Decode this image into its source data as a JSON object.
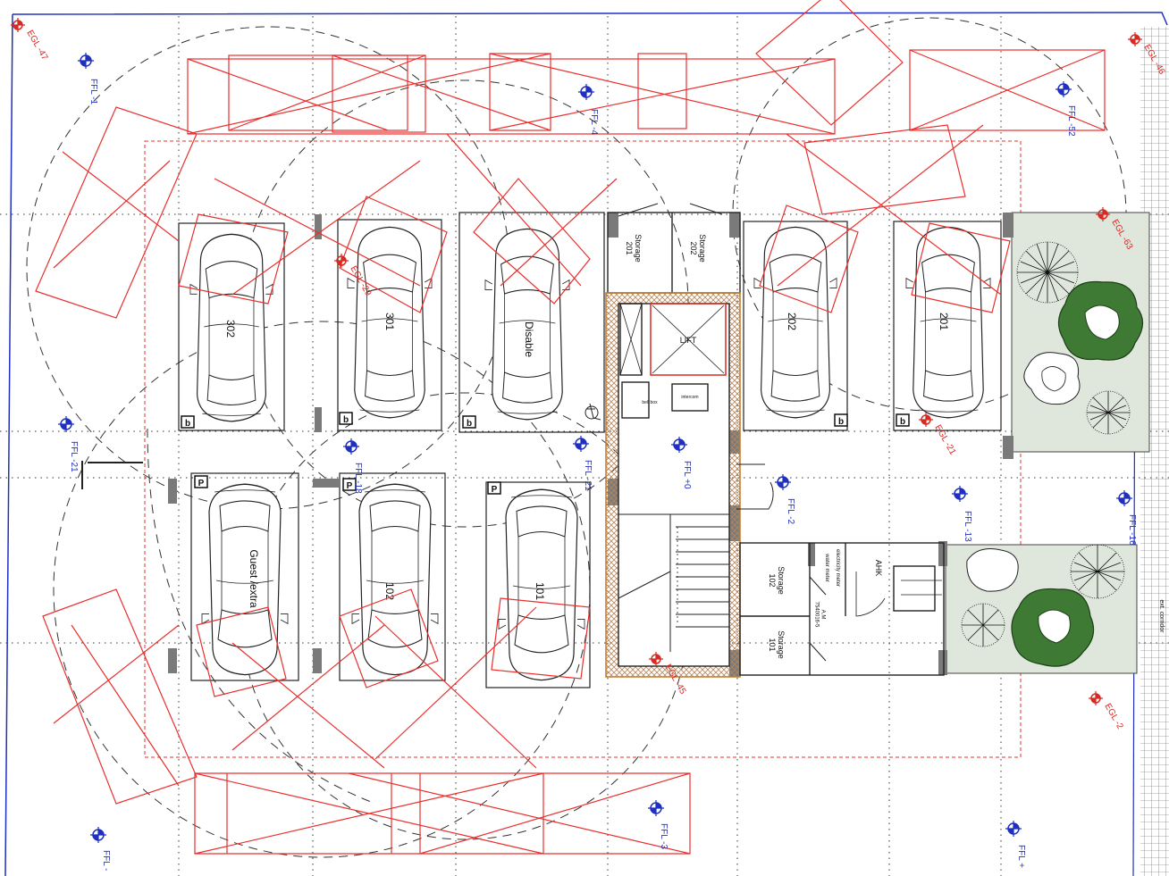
{
  "colors": {
    "wall": "#222222",
    "swept_path": "#e8302e",
    "level_marker": "#1f2fbf",
    "level_red": "#d82a22",
    "landscape": "#dfe6dc",
    "shrub": "#3f7a35",
    "pillar": "#7a7a7a",
    "hatch": "#b8865a"
  },
  "bay_labels": {
    "b302": "302",
    "b301": "301",
    "disable": "Disable",
    "b202": "202",
    "b201": "201",
    "guest": "Guest /extra",
    "b102": "102",
    "b101": "101"
  },
  "bay_tags": {
    "b": "b",
    "p": "P"
  },
  "rooms": {
    "storage201": "Storage\n201",
    "storage202": "Storage\n202",
    "lift": "LIFT",
    "storage102": "Storage\n102",
    "storage101": "Storage\n101",
    "ahk": "AHK",
    "meter_a": "water meter",
    "meter_b": "electricity meter",
    "meter_c": "A.M\n7540016-5",
    "lift_note_a": "bell box",
    "lift_note_b": "intercom"
  },
  "levels": {
    "egl_47": "EGL -47",
    "egl_46": "EGL -46",
    "egl_63": "EGL -63",
    "egl_21": "EGL -21",
    "egl_45": "EGL -45",
    "egl_2": "EGL -2",
    "egl_29": "EGL -29",
    "ffl_1": "FFL -1",
    "ffl_4": "FFL -4",
    "ffl_52": "FFL -52",
    "ffl_21": "FFL -21",
    "ffl_18": "FFL -18",
    "ffl_21b": "FFL -21",
    "ffl_0": "FFL +0",
    "ffl_2": "FFL -2",
    "ffl_13": "FFL -13",
    "ffl_16": "FFL -16",
    "ffl_3": "FFL -3",
    "ffl_plus": "FFL +",
    "ffl_bl": "FFL -"
  },
  "right_note": "ext. corridor"
}
